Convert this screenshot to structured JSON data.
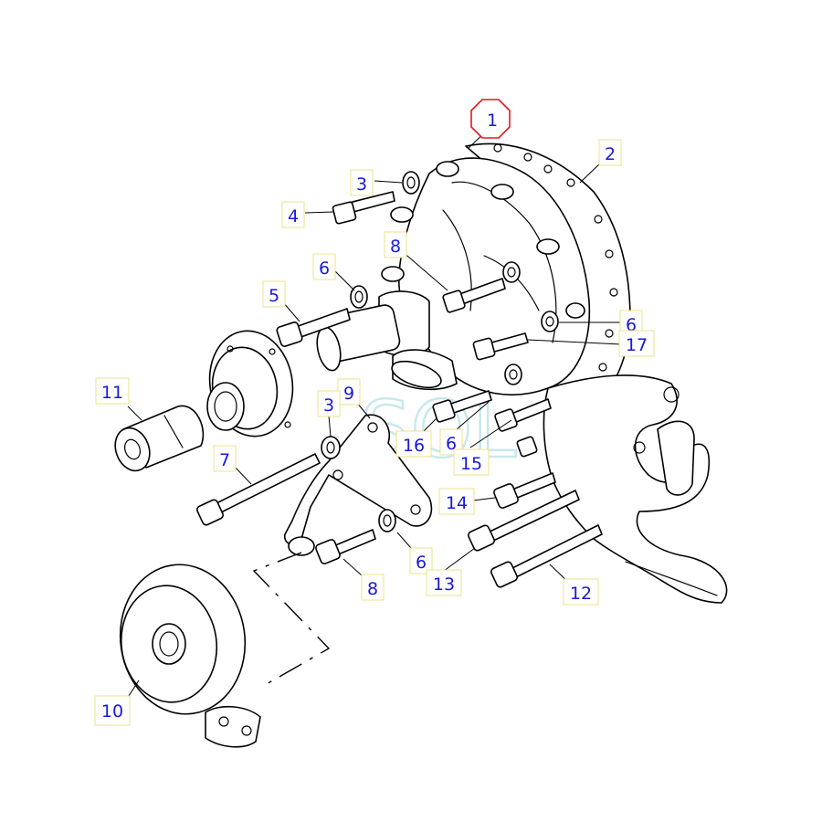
{
  "diagram": {
    "watermark": "SOL",
    "highlight_color": "#e0191f",
    "label_color": "#1a1ad8",
    "callouts": [
      {
        "id": "c1",
        "text": "1",
        "highlighted": true
      },
      {
        "id": "c2",
        "text": "2"
      },
      {
        "id": "c3a",
        "text": "3"
      },
      {
        "id": "c4",
        "text": "4"
      },
      {
        "id": "c8a",
        "text": "8"
      },
      {
        "id": "c6a",
        "text": "6"
      },
      {
        "id": "c5",
        "text": "5"
      },
      {
        "id": "c6b",
        "text": "6"
      },
      {
        "id": "c17",
        "text": "17"
      },
      {
        "id": "c11",
        "text": "11"
      },
      {
        "id": "c9",
        "text": "9"
      },
      {
        "id": "c3b",
        "text": "3"
      },
      {
        "id": "c16",
        "text": "16"
      },
      {
        "id": "c6c",
        "text": "6"
      },
      {
        "id": "c15",
        "text": "15"
      },
      {
        "id": "c7",
        "text": "7"
      },
      {
        "id": "c14",
        "text": "14"
      },
      {
        "id": "c6d",
        "text": "6"
      },
      {
        "id": "c8b",
        "text": "8"
      },
      {
        "id": "c13",
        "text": "13"
      },
      {
        "id": "c12",
        "text": "12"
      },
      {
        "id": "c10",
        "text": "10"
      }
    ]
  }
}
